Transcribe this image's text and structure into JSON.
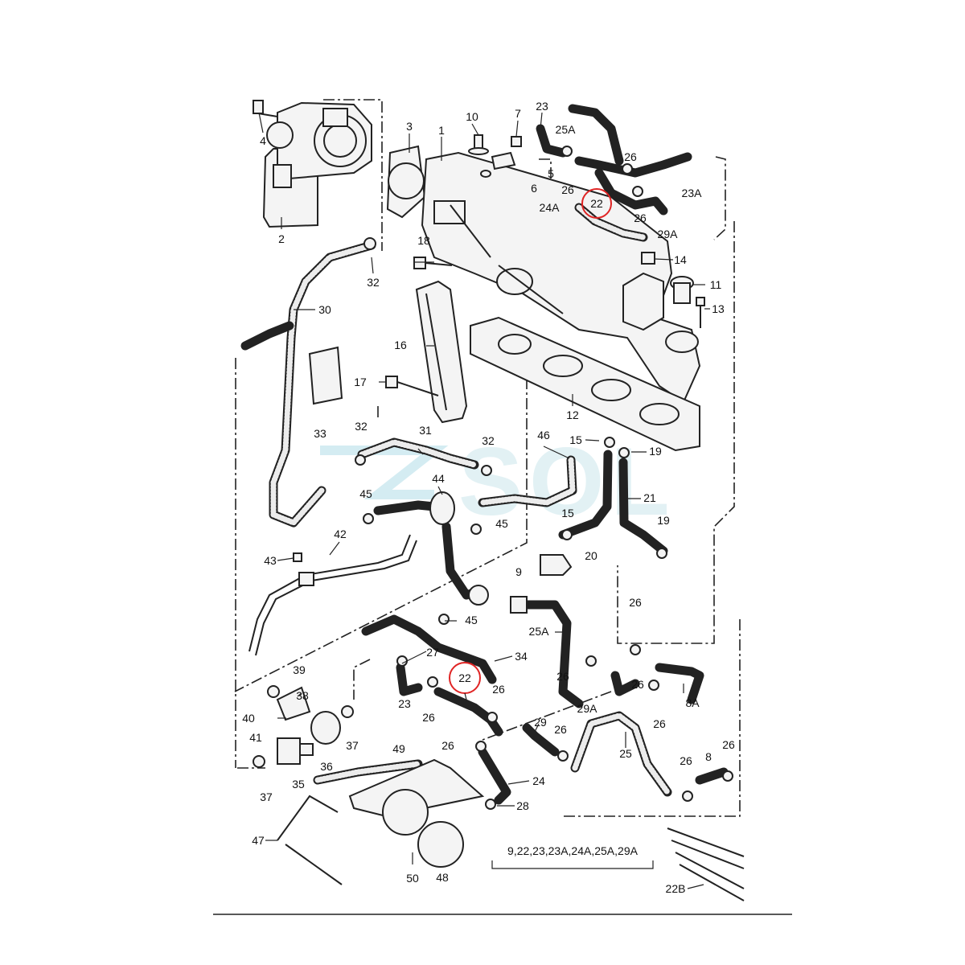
{
  "watermark": "SOL",
  "parts_note": "9,22,23,23A,24A,25A,29A",
  "highlight_color": "#e02424",
  "labels": {
    "l1": "1",
    "l2": "2",
    "l3": "3",
    "l4": "4",
    "l5": "5",
    "l6": "6",
    "l7": "7",
    "l8": "8",
    "l8a": "8A",
    "l9": "9",
    "l10": "10",
    "l11": "11",
    "l12": "12",
    "l13": "13",
    "l14": "14",
    "l15a": "15",
    "l15b": "15",
    "l16": "16",
    "l17": "17",
    "l18": "18",
    "l19a": "19",
    "l19b": "19",
    "l20": "20",
    "l21": "21",
    "l22a": "22",
    "l22b": "22",
    "l22B": "22B",
    "l23a": "23",
    "l23b": "23",
    "l23A": "23A",
    "l24": "24",
    "l24A": "24A",
    "l25": "25",
    "l25Aa": "25A",
    "l25Ab": "25A",
    "l26a": "26",
    "l26b": "26",
    "l26c": "26",
    "l26d": "26",
    "l26e": "26",
    "l26f": "26",
    "l26g": "26",
    "l26h": "26",
    "l26i": "26",
    "l26j": "26",
    "l26k": "26",
    "l26l": "26",
    "l27": "27",
    "l28": "28",
    "l29": "29",
    "l29Aa": "29A",
    "l29Ab": "29A",
    "l30": "30",
    "l31": "31",
    "l32a": "32",
    "l32b": "32",
    "l32c": "32",
    "l33": "33",
    "l34": "34",
    "l35": "35",
    "l36": "36",
    "l37a": "37",
    "l37b": "37",
    "l38": "38",
    "l39": "39",
    "l40": "40",
    "l41": "41",
    "l42": "42",
    "l43": "43",
    "l44": "44",
    "l45a": "45",
    "l45b": "45",
    "l45c": "45",
    "l46": "46",
    "l47": "47",
    "l48": "48",
    "l49": "49",
    "l50": "50"
  }
}
